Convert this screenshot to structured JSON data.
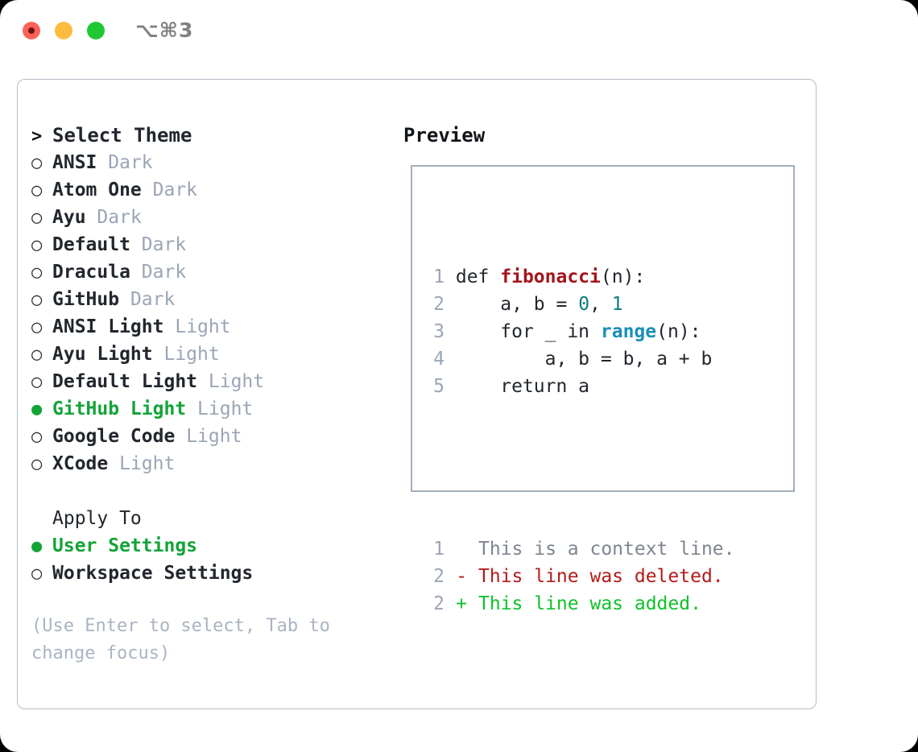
{
  "window": {
    "shortcut_label": "⌥⌘3",
    "traffic_lights": [
      "close",
      "minimize",
      "maximize"
    ]
  },
  "theme_list": {
    "title": "Select Theme",
    "caret": ">",
    "marker_unselected": "○",
    "marker_selected": "●",
    "items": [
      {
        "name": "ANSI",
        "tag": "Dark",
        "selected": false
      },
      {
        "name": "Atom One",
        "tag": "Dark",
        "selected": false
      },
      {
        "name": "Ayu",
        "tag": "Dark",
        "selected": false
      },
      {
        "name": "Default",
        "tag": "Dark",
        "selected": false
      },
      {
        "name": "Dracula",
        "tag": "Dark",
        "selected": false
      },
      {
        "name": "GitHub",
        "tag": "Dark",
        "selected": false
      },
      {
        "name": "ANSI Light",
        "tag": "Light",
        "selected": false
      },
      {
        "name": "Ayu Light",
        "tag": "Light",
        "selected": false
      },
      {
        "name": "Default Light",
        "tag": "Light",
        "selected": false
      },
      {
        "name": "GitHub Light",
        "tag": "Light",
        "selected": true
      },
      {
        "name": "Google Code",
        "tag": "Light",
        "selected": false
      },
      {
        "name": "XCode",
        "tag": "Light",
        "selected": false
      }
    ]
  },
  "apply_to": {
    "title": "Apply To",
    "items": [
      {
        "name": "User Settings",
        "selected": true
      },
      {
        "name": "Workspace Settings",
        "selected": false
      }
    ]
  },
  "help_text": "(Use Enter to select, Tab to change focus)",
  "preview": {
    "title": "Preview",
    "code_lines": [
      {
        "num": "1",
        "tokens": [
          {
            "t": "def ",
            "c": "plain"
          },
          {
            "t": "fibonacci",
            "c": "fn"
          },
          {
            "t": "(n):",
            "c": "plain"
          }
        ]
      },
      {
        "num": "2",
        "tokens": [
          {
            "t": "    a, b = ",
            "c": "plain"
          },
          {
            "t": "0",
            "c": "num"
          },
          {
            "t": ", ",
            "c": "plain"
          },
          {
            "t": "1",
            "c": "num"
          }
        ]
      },
      {
        "num": "3",
        "tokens": [
          {
            "t": "    for _ in ",
            "c": "plain"
          },
          {
            "t": "range",
            "c": "call"
          },
          {
            "t": "(n):",
            "c": "plain"
          }
        ]
      },
      {
        "num": "4",
        "tokens": [
          {
            "t": "        a, b = b, a + b",
            "c": "plain"
          }
        ]
      },
      {
        "num": "5",
        "tokens": [
          {
            "t": "    return a",
            "c": "plain"
          }
        ]
      }
    ],
    "diff_lines": [
      {
        "num": "1",
        "mark": " ",
        "text": "This is a context line.",
        "kind": "context"
      },
      {
        "num": "2",
        "mark": "-",
        "text": "This line was deleted.",
        "kind": "deleted"
      },
      {
        "num": "2",
        "mark": "+",
        "text": "This line was added.",
        "kind": "added"
      }
    ]
  },
  "colors": {
    "selected_green": "#13a438",
    "tag_gray": "#9aa5b5",
    "border": "#b3bdc9",
    "function_red": "#a3151b",
    "number_teal": "#0d7b7b",
    "call_blue": "#1a8fb5",
    "diff_deleted": "#b41a1a",
    "diff_added": "#0fc12a",
    "diff_context": "#7d8590"
  }
}
